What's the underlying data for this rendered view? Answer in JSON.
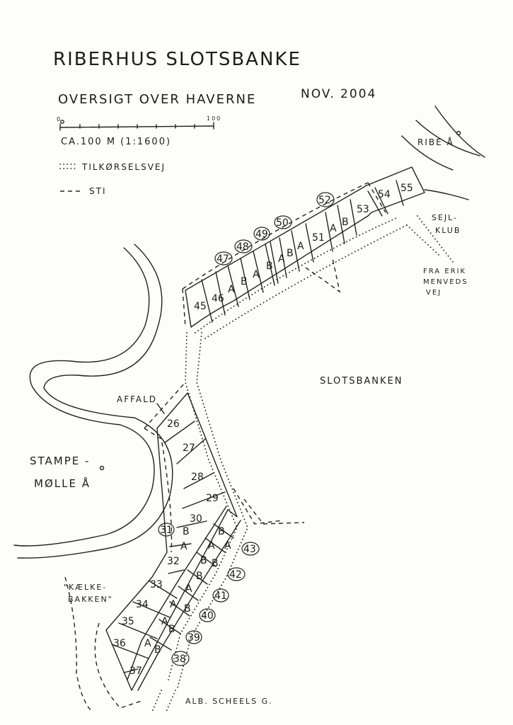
{
  "title": "RIBERHUS SLOTSBANKE",
  "subtitle": "OVERSIGT OVER HAVERNE",
  "date": "NOV. 2004",
  "scale": {
    "start": "0",
    "end": "100",
    "label": "CA.100 M (1:1600)"
  },
  "legend": [
    {
      "line": "dotted",
      "label": "TILKØRSELSVEJ"
    },
    {
      "line": "dashed",
      "label": "STI"
    }
  ],
  "places": {
    "ribe_a": "RIBE Å",
    "sejlklub_1": "SEJL-",
    "sejlklub_2": "KLUB",
    "fra_erik_1": "FRA ERIK",
    "fra_erik_2": "MENVEDS",
    "fra_erik_3": "VEJ",
    "slotsbanken": "SLOTSBANKEN",
    "affald": "AFFALD",
    "stampe_1": "STAMPE -",
    "stampe_2": "MØLLE Å",
    "kaelke_1": "\"KÆLKE-",
    "kaelke_2": "BAKKEN\"",
    "alb": "ALB. SCHEELS G."
  },
  "gardens": {
    "n45": "45",
    "n46": "46",
    "n51": "51",
    "n53": "53",
    "n54": "54",
    "n55": "55",
    "n26": "26",
    "n27": "27",
    "n28": "28",
    "n29": "29",
    "n30": "30",
    "n32": "32",
    "n33": "33",
    "n34": "34",
    "n35": "35",
    "n36": "36",
    "n37": "37",
    "a": "A",
    "b": "B"
  },
  "circled": {
    "n47": "47",
    "n48": "48",
    "n49": "49",
    "n50": "50",
    "n52": "52",
    "n31": "31",
    "n38": "38",
    "n39": "39",
    "n40": "40",
    "n41": "41",
    "n42": "42",
    "n43": "43"
  }
}
